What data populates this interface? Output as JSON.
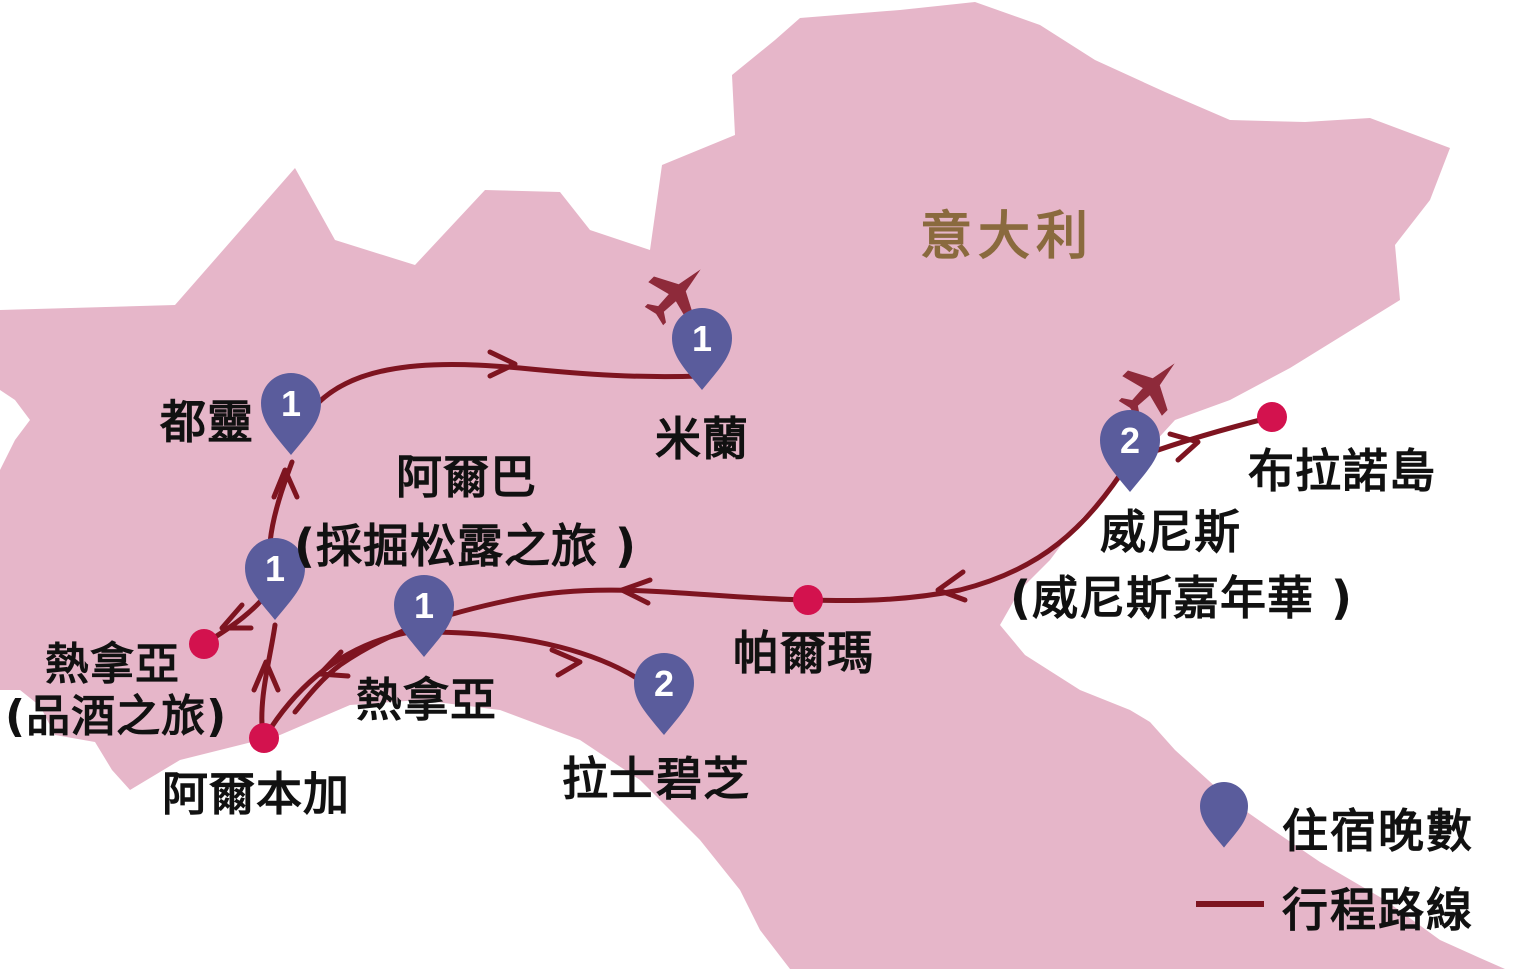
{
  "colors": {
    "land": "#e6b6c9",
    "route": "#7e1420",
    "pin": "#5a5c9c",
    "stop_dot": "#d3124e",
    "plane": "#8e2a3a",
    "country_label": "#8a6a3e"
  },
  "country_label": "意大利",
  "cities": {
    "turin": "都靈",
    "milan": "米蘭",
    "alba_line1": "阿爾巴",
    "alba_line2": "(採掘松露之旅 )",
    "genoa_left_line1": "熱拿亞",
    "genoa_left_line2": "(品酒之旅)",
    "genoa": "熱拿亞",
    "albenga": "阿爾本加",
    "la_spezia": "拉士碧芝",
    "parma": "帕爾瑪",
    "venice_line1": "威尼斯",
    "venice_line2": "(威尼斯嘉年華 )",
    "burano": "布拉諾島"
  },
  "pins": {
    "turin": "1",
    "milan": "1",
    "alba": "1",
    "genoa": "1",
    "la_spezia": "2",
    "venice": "2"
  },
  "legend": {
    "nights_label": "住宿晚數",
    "route_label": "行程路線"
  },
  "icons": {
    "pin": "map-pin-icon",
    "plane": "airplane-icon"
  }
}
